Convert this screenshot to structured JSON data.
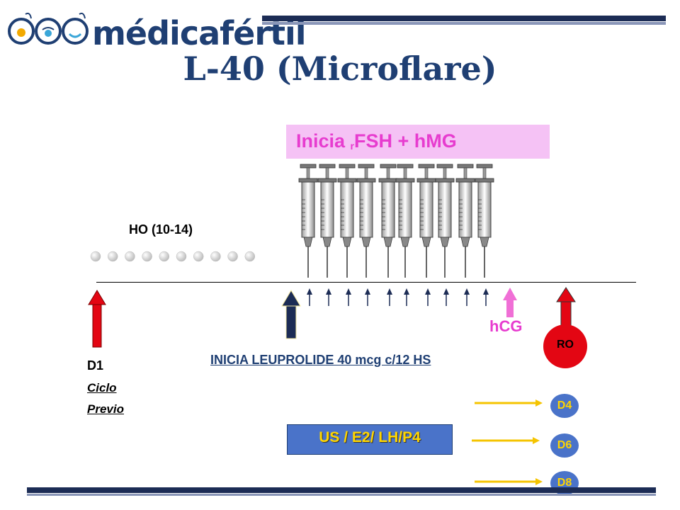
{
  "header": {
    "logo_text": "médicafértil",
    "title": "L-40 (Microflare)"
  },
  "stimulation": {
    "label_main": "Inicia ",
    "label_sub": "r",
    "label_rest": "FSH + hMG",
    "syringe_count": 10,
    "injection_arrow_count": 10
  },
  "contraceptive": {
    "label": "HO  (10-14)",
    "pill_count": 10
  },
  "markers": {
    "hcg_label": "hCG",
    "ro_label": "RO",
    "d1_label": "D1",
    "ciclo_label": "Ciclo",
    "previo_label": "Previo",
    "leuprolide_label": "INICIA  LEUPROLIDE 40 mcg  c/12 HS"
  },
  "monitoring": {
    "label": "US / E2/ LH/P4",
    "days": [
      "D4",
      "D6",
      "D8"
    ]
  },
  "colors": {
    "brand_navy": "#1f3f73",
    "magenta": "#e73ccf",
    "pink_box": "#f5c2f5",
    "red": "#e30613",
    "yellow": "#ffd500",
    "blue_box": "#4a73c9"
  }
}
